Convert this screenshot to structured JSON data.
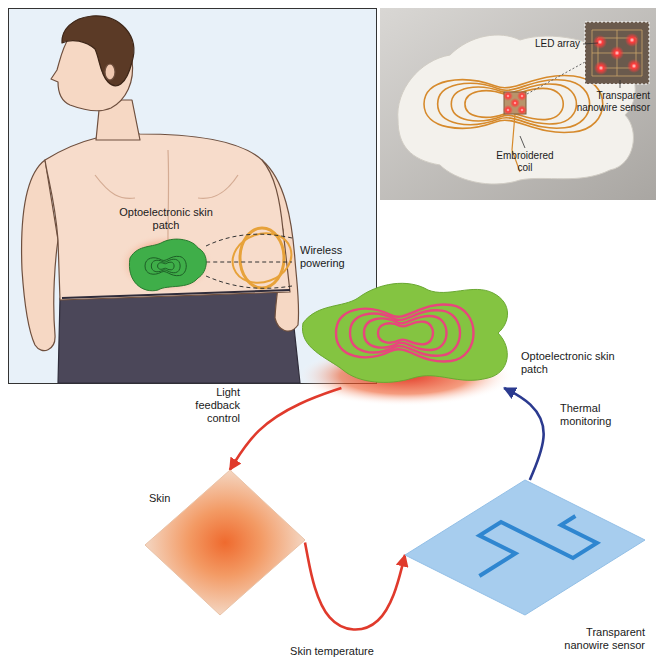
{
  "diagram": {
    "nodes": [
      {
        "text": [
          "Optoelectronic skin patch"
        ]
      },
      {
        "text": [
          "Optoelectronic skin patch"
        ]
      },
      {
        "text": [
          "Skin"
        ]
      },
      {
        "text": [
          "Transparent nanowire sensor"
        ]
      }
    ],
    "edges": [
      {
        "from": 1,
        "to": 2,
        "arrow": "to",
        "label": "Light feedback control"
      },
      {
        "from": 2,
        "to": 3,
        "arrow": "to",
        "label": "Skin temperature"
      },
      {
        "from": 3,
        "to": 1,
        "arrow": "to",
        "label": "Thermal monitoring"
      }
    ],
    "labels": [
      "Wireless powering",
      "LED array",
      "Transparent nanowire sensor",
      "Embroidered coil"
    ]
  }
}
